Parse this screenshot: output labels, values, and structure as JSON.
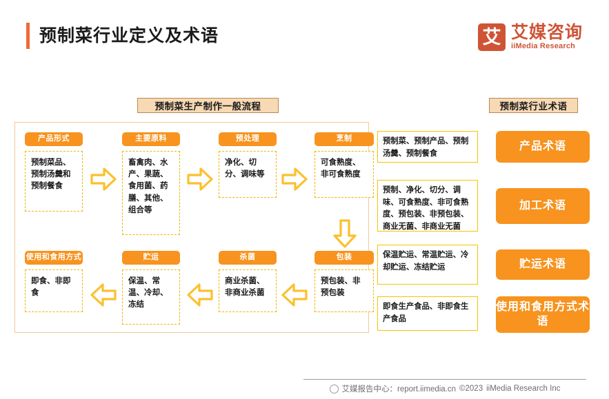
{
  "header": {
    "title": "预制菜行业定义及术语",
    "accent_color": "#ef6a37",
    "logo": {
      "mark": "艾",
      "name_cn": "艾媒咨询",
      "name_en": "iiMedia Research",
      "color": "#cf5436"
    }
  },
  "captions": {
    "flow": "预制菜生产制作一般流程",
    "terms": "预制菜行业术语"
  },
  "flow": {
    "stages": [
      {
        "pill": "产品形式",
        "body": "预制菜品、预制汤羹和预制餐食"
      },
      {
        "pill": "主要原料",
        "body": "畜禽肉、水产、果蔬、食用菌、药膳、其他、组合等"
      },
      {
        "pill": "预处理",
        "body": "净化、切分、调味等"
      },
      {
        "pill": "烹制",
        "body": "可食熟度、非可食熟度"
      },
      {
        "pill": "包装",
        "body": "预包装、非预包装"
      },
      {
        "pill": "杀菌",
        "body": "商业杀菌、非商业杀菌"
      },
      {
        "pill": "贮运",
        "body": "保温、常温、冷却、冻结"
      },
      {
        "pill": "使用和食用方式",
        "body": "即食、非即食"
      }
    ],
    "arrows": [
      "arrow-right-icon",
      "arrow-right-icon",
      "arrow-right-icon",
      "arrow-down-icon",
      "arrow-left-icon",
      "arrow-left-icon",
      "arrow-left-icon"
    ],
    "accent_color": "#f7931e",
    "dash_color": "#f0b400",
    "panel_border_color": "#f2c89a"
  },
  "terms": [
    {
      "desc": "预制菜、预制产品、预制汤羹、预制餐食",
      "label": "产品术语"
    },
    {
      "desc": "预制、净化、切分、调味、可食熟度、非可食熟度、预包装、非预包装、商业无菌、非商业无菌",
      "label": "加工术语"
    },
    {
      "desc": "保温贮运、常温贮运、冷却贮运、冻结贮运",
      "label": "贮运术语"
    },
    {
      "desc": "即食生产食品、非即食生产食品",
      "label": "使用和食用方式术语"
    }
  ],
  "footer": {
    "source": "艾媒报告中心：report.iimedia.cn",
    "copyright": "©2023",
    "company": "iiMedia Research Inc"
  }
}
